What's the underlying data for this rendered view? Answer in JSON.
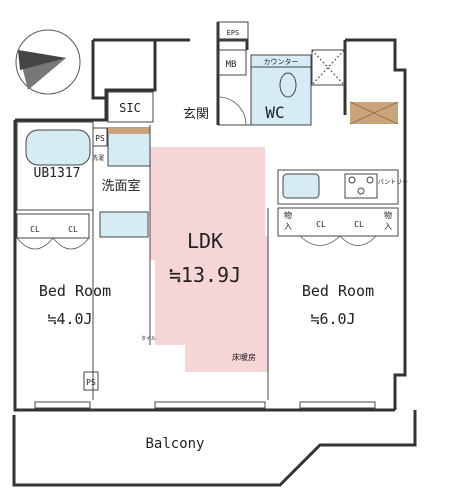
{
  "labels": {
    "eps": "EPS",
    "mb": "MB",
    "counter": "カウンター",
    "wc": "WC",
    "sic": "SIC",
    "entrance": "玄関",
    "ps_top": "PS",
    "ps_bottom": "PS",
    "washer": "洗濯",
    "ub": "UB1317",
    "washroom": "洗面室",
    "cl_left_1": "CL",
    "cl_left_2": "CL",
    "storage_1_line1": "物",
    "storage_1_line2": "入",
    "cl_right_1": "CL",
    "cl_right_2": "CL",
    "storage_2_line1": "物",
    "storage_2_line2": "入",
    "pantry": "パントリー",
    "ldk_name": "LDK",
    "ldk_size": "≒13.9J",
    "bed_left_name": "Bed Room",
    "bed_left_size": "≒4.0J",
    "bed_right_name": "Bed Room",
    "bed_right_size": "≒6.0J",
    "floor_heating": "床暖房",
    "tile": "タイル",
    "balcony": "Balcony"
  }
}
